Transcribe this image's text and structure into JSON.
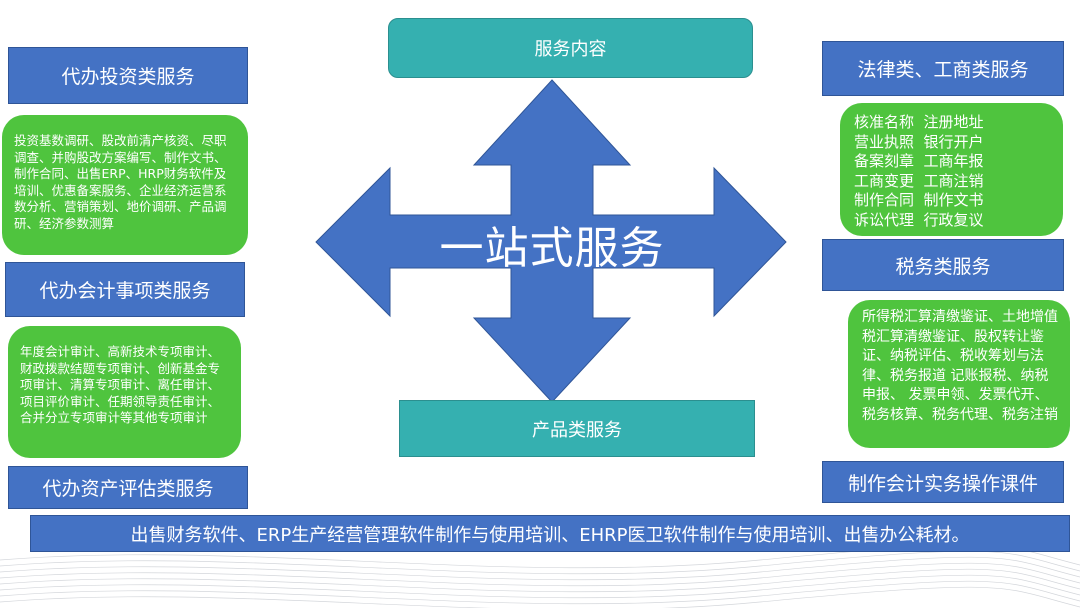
{
  "center": {
    "title": "一站式服务"
  },
  "top": {
    "label": "服务内容"
  },
  "bottom_center": {
    "label": "产品类服务"
  },
  "left": {
    "investment": {
      "label": "代办投资类服务",
      "detail": "投资基数调研、股改前清产核资、尽职调查、并购股改方案编写、制作文书、制作合同、出售ERP、HRP财务软件及培训、优惠备案服务、企业经济运营系数分析、营销策划、地价调研、产品调研、经济参数测算"
    },
    "accounting": {
      "label": "代办会计事项类服务",
      "detail": "年度会计审计、高新技术专项审计、财政拨款结题专项审计、创新基金专项审计、清算专项审计、离任审计、项目评价审计、任期领导责任审计、合并分立专项审计等其他专项审计"
    },
    "asset": {
      "label": "代办资产评估类服务"
    }
  },
  "right": {
    "legal": {
      "label": "法律类、工商类服务",
      "lines": [
        "核准名称  注册地址",
        "营业执照  银行开户",
        "备案刻章  工商年报",
        "工商变更  工商注销",
        "制作合同  制作文书",
        "诉讼代理  行政复议"
      ]
    },
    "tax": {
      "label": "税务类服务",
      "detail": "所得税汇算清缴鉴证、土地增值税汇算清缴鉴证、股权转让鉴证、纳税评估、税收筹划与法律、税务报道 记账报税、纳税申报、 发票申领、发票代开、税务核算、税务代理、税务注销"
    },
    "courseware": {
      "label": "制作会计实务操作课件"
    }
  },
  "bottom_bar": {
    "label": "出售财务软件、ERP生产经营管理软件制作与使用培训、EHRP医卫软件制作与使用培训、出售办公耗材。"
  },
  "colors": {
    "arrow": "#4472c4",
    "label_box": "#4472c4",
    "teal_box": "#35b0b0",
    "detail_box": "#4fc43e"
  }
}
